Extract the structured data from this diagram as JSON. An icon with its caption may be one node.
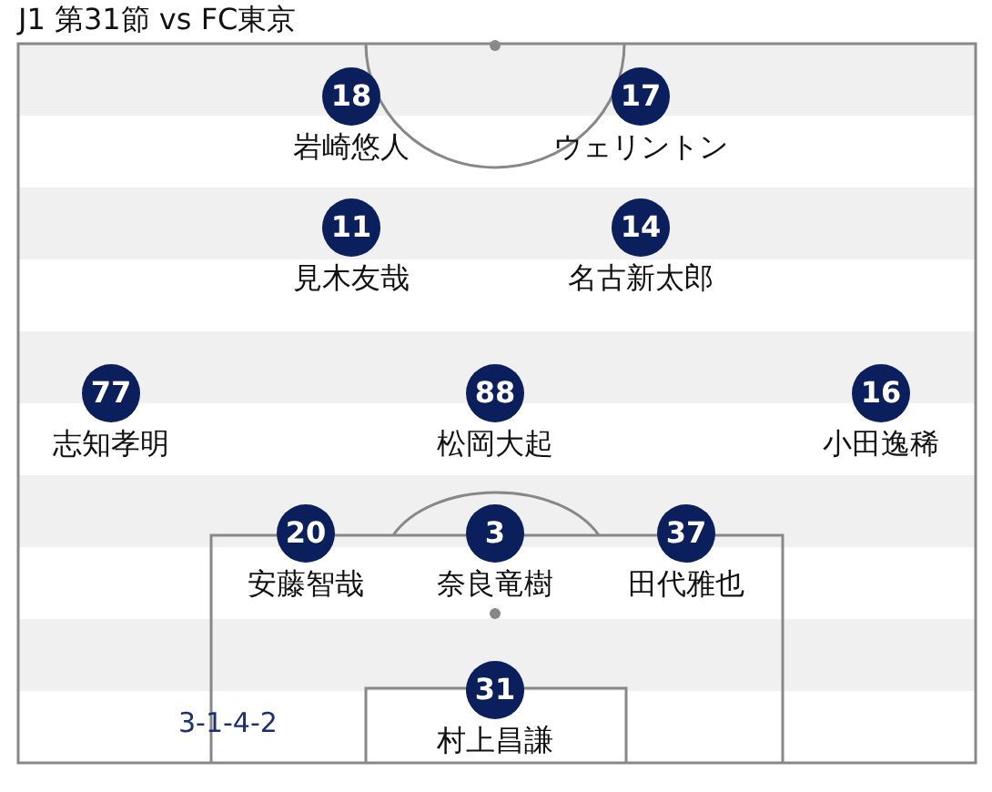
{
  "diagram": {
    "title": "J1 第31節 vs FC東京",
    "nodes": [
      {
        "text": [
          "18",
          "岩崎悠人"
        ]
      },
      {
        "text": [
          "17",
          "ウェリントン"
        ]
      },
      {
        "text": [
          "11",
          "見木友哉"
        ]
      },
      {
        "text": [
          "14",
          "名古新太郎"
        ]
      },
      {
        "text": [
          "77",
          "志知孝明"
        ]
      },
      {
        "text": [
          "88",
          "松岡大起"
        ]
      },
      {
        "text": [
          "16",
          "小田逸稀"
        ]
      },
      {
        "text": [
          "20",
          "安藤智哉"
        ]
      },
      {
        "text": [
          "3",
          "奈良竜樹"
        ]
      },
      {
        "text": [
          "37",
          "田代雅也"
        ]
      },
      {
        "text": [
          "31",
          "村上昌謙"
        ]
      }
    ],
    "edges": [],
    "labels": [
      "3-1-4-2"
    ]
  }
}
